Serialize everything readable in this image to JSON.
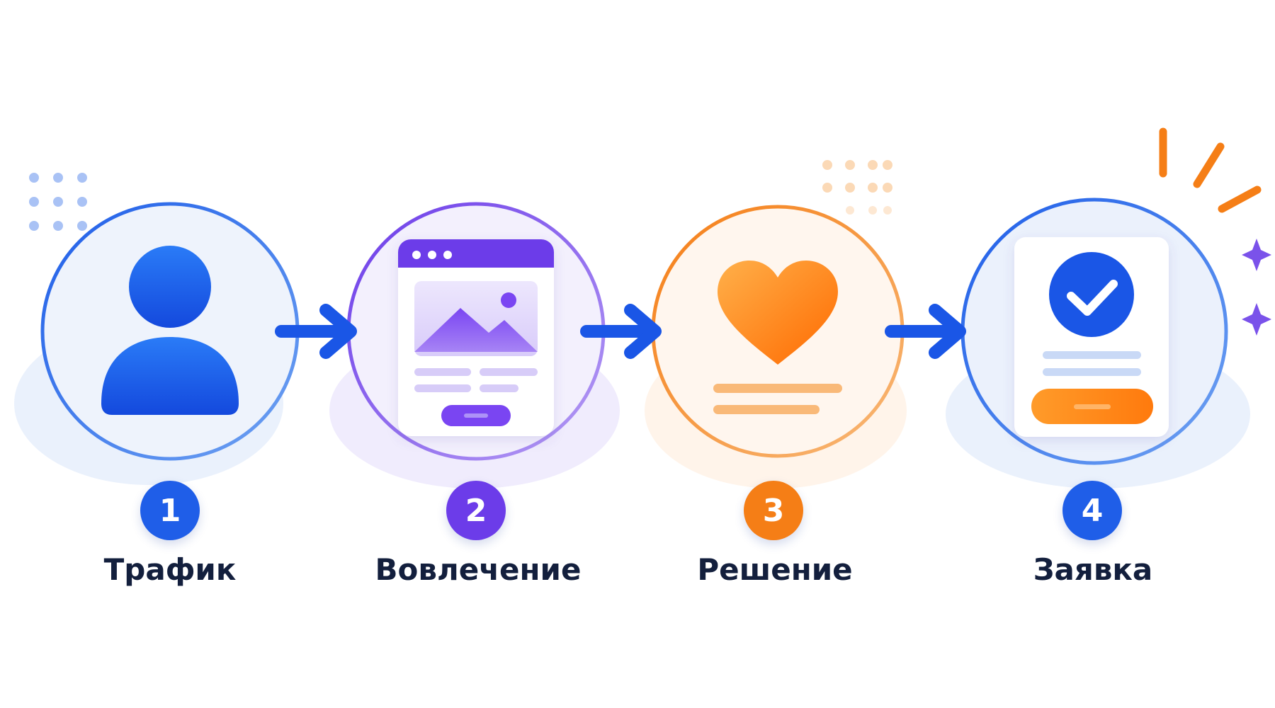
{
  "steps": [
    {
      "number": "1",
      "label": "Трафик",
      "icon": "user-icon",
      "color": "#1f5ee8"
    },
    {
      "number": "2",
      "label": "Вовлечение",
      "icon": "landing-page-icon",
      "color": "#6c3ce9"
    },
    {
      "number": "3",
      "label": "Решение",
      "icon": "heart-icon",
      "color": "#f57e16"
    },
    {
      "number": "4",
      "label": "Заявка",
      "icon": "approved-form-icon",
      "color": "#1f5ee8"
    }
  ],
  "colors": {
    "blue": "#1f5ee8",
    "purple": "#6c3ce9",
    "orange": "#f57e16",
    "text": "#131f3d"
  }
}
